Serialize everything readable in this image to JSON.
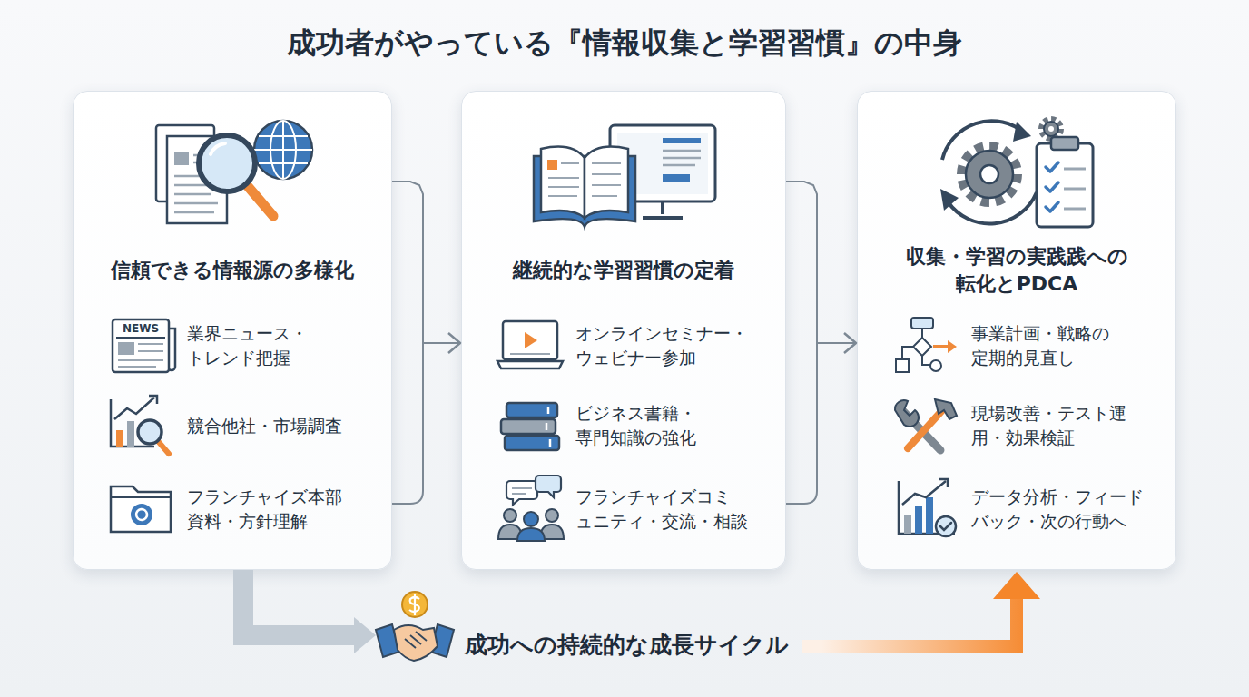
{
  "diagram": {
    "title": "成功者がやっている『情報収集と学習習慣』の中身",
    "nodes": [
      {
        "text": [
          "信頼できる情報源の多様化",
          "業界ニュース・ トレンド把握",
          "競合他社・市場調査",
          "フランチャイズ本部 資料・方針理解"
        ]
      },
      {
        "text": [
          "継続的な学習習慣の定着",
          "オンラインセミナー・ ウェビナー参加",
          "ビジネス書籍・ 専門知識の強化",
          "フランチャイズコミ ュニティ・交流・相談"
        ]
      },
      {
        "text": [
          "収集・学習の実践践への 転化とPDCA",
          "事業計画・戦略の 定期的見直し",
          "現場改善・テスト運 用・効果検証",
          "データ分析・フィード バック・次の行動へ"
        ]
      }
    ],
    "edges": [
      {
        "from": 0,
        "to": 1,
        "arrow": "to"
      },
      {
        "from": 1,
        "to": 2,
        "arrow": "to"
      },
      {
        "from": 0,
        "to": 2,
        "label": "成功への持続的な成長サイクル",
        "arrow": "to"
      }
    ],
    "labels": [
      "NEWS"
    ]
  }
}
